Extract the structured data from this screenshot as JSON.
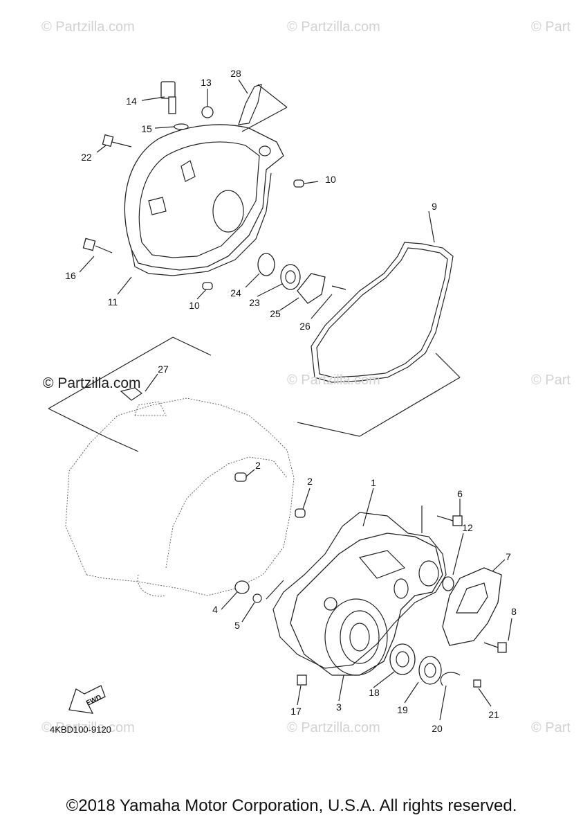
{
  "watermarks": {
    "w1": "© Partzilla.com",
    "w2": "© Partzilla.com",
    "w3": "© Part",
    "w4": "© Partzilla.com",
    "w5": "© Partzilla.com",
    "w6": "© Part",
    "w7": "© Partzilla.com",
    "w8": "© Partzilla.com",
    "w9": "© Part",
    "w10": "© Partzilla.com"
  },
  "callouts": {
    "c1": "1",
    "c2a": "2",
    "c2b": "2",
    "c3": "3",
    "c4": "4",
    "c5": "5",
    "c6": "6",
    "c7": "7",
    "c8": "8",
    "c9": "9",
    "c10a": "10",
    "c10b": "10",
    "c11": "11",
    "c12": "12",
    "c13": "13",
    "c14": "14",
    "c15": "15",
    "c16": "16",
    "c17": "17",
    "c18": "18",
    "c19": "19",
    "c20": "20",
    "c21": "21",
    "c22": "22",
    "c23": "23",
    "c24": "24",
    "c25": "25",
    "c26": "26",
    "c27": "27",
    "c28": "28"
  },
  "direction_badge": "FWD",
  "diagram_code": "4KBD100-9120",
  "copyright": "©2018 Yamaha Motor Corporation, U.S.A. All rights reserved."
}
